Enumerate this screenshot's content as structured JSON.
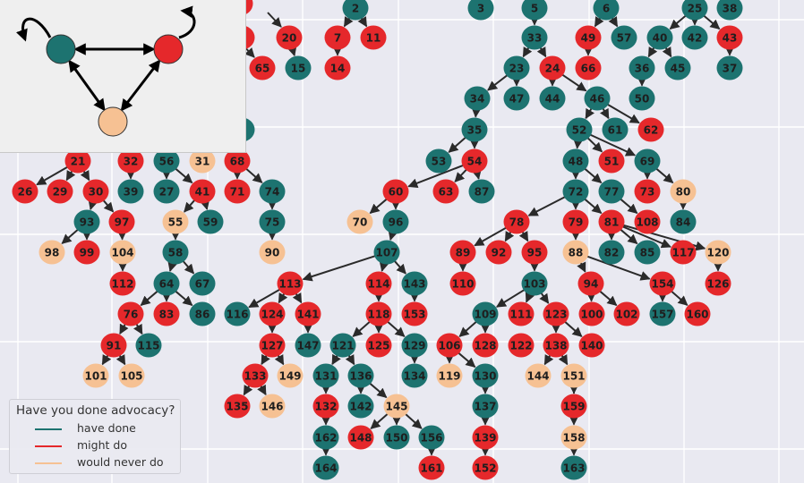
{
  "colors": {
    "teal": "#1d7370",
    "red": "#e5282b",
    "peach": "#f6c193"
  },
  "legend": {
    "title": "Have you done advocacy?",
    "items": [
      {
        "label": "have done",
        "color": "teal"
      },
      {
        "label": "might do",
        "color": "red"
      },
      {
        "label": "would never do",
        "color": "peach"
      }
    ]
  },
  "inset": {
    "nodes": [
      {
        "id": "have-done",
        "color": "teal"
      },
      {
        "id": "might-do",
        "color": "red"
      },
      {
        "id": "would-never-do",
        "color": "peach"
      }
    ]
  },
  "tree": {
    "nodes": [
      {
        "id": "2",
        "c": "teal"
      },
      {
        "id": "3",
        "c": "teal"
      },
      {
        "id": "5",
        "c": "teal"
      },
      {
        "id": "6",
        "c": "teal"
      },
      {
        "id": "25",
        "c": "teal"
      },
      {
        "id": "38",
        "c": "teal"
      },
      {
        "id": "20",
        "c": "red"
      },
      {
        "id": "7",
        "c": "red"
      },
      {
        "id": "11",
        "c": "red"
      },
      {
        "id": "33",
        "c": "teal"
      },
      {
        "id": "49",
        "c": "red"
      },
      {
        "id": "57",
        "c": "teal"
      },
      {
        "id": "40",
        "c": "teal"
      },
      {
        "id": "42",
        "c": "teal"
      },
      {
        "id": "43",
        "c": "red"
      },
      {
        "id": "65",
        "c": "red"
      },
      {
        "id": "15",
        "c": "teal"
      },
      {
        "id": "14",
        "c": "red"
      },
      {
        "id": "23",
        "c": "teal"
      },
      {
        "id": "24",
        "c": "red"
      },
      {
        "id": "66",
        "c": "red"
      },
      {
        "id": "36",
        "c": "teal"
      },
      {
        "id": "45",
        "c": "teal"
      },
      {
        "id": "37",
        "c": "teal"
      },
      {
        "id": "34",
        "c": "teal"
      },
      {
        "id": "47",
        "c": "teal"
      },
      {
        "id": "44",
        "c": "teal"
      },
      {
        "id": "46",
        "c": "teal"
      },
      {
        "id": "50",
        "c": "teal"
      },
      {
        "id": "35",
        "c": "teal"
      },
      {
        "id": "52",
        "c": "teal"
      },
      {
        "id": "61",
        "c": "teal"
      },
      {
        "id": "62",
        "c": "red"
      },
      {
        "id": "21",
        "c": "red"
      },
      {
        "id": "32",
        "c": "red"
      },
      {
        "id": "56",
        "c": "teal"
      },
      {
        "id": "31",
        "c": "peach"
      },
      {
        "id": "68",
        "c": "red"
      },
      {
        "id": "53",
        "c": "teal"
      },
      {
        "id": "54",
        "c": "red"
      },
      {
        "id": "48",
        "c": "teal"
      },
      {
        "id": "51",
        "c": "red"
      },
      {
        "id": "69",
        "c": "teal"
      },
      {
        "id": "26",
        "c": "red"
      },
      {
        "id": "29",
        "c": "red"
      },
      {
        "id": "30",
        "c": "red"
      },
      {
        "id": "39",
        "c": "teal"
      },
      {
        "id": "27",
        "c": "teal"
      },
      {
        "id": "41",
        "c": "red"
      },
      {
        "id": "71",
        "c": "red"
      },
      {
        "id": "74",
        "c": "teal"
      },
      {
        "id": "60",
        "c": "red"
      },
      {
        "id": "63",
        "c": "red"
      },
      {
        "id": "87",
        "c": "teal"
      },
      {
        "id": "72",
        "c": "teal"
      },
      {
        "id": "77",
        "c": "teal"
      },
      {
        "id": "73",
        "c": "red"
      },
      {
        "id": "80",
        "c": "peach"
      },
      {
        "id": "93",
        "c": "teal"
      },
      {
        "id": "97",
        "c": "red"
      },
      {
        "id": "55",
        "c": "peach"
      },
      {
        "id": "59",
        "c": "teal"
      },
      {
        "id": "75",
        "c": "teal"
      },
      {
        "id": "70",
        "c": "peach"
      },
      {
        "id": "96",
        "c": "teal"
      },
      {
        "id": "78",
        "c": "red"
      },
      {
        "id": "79",
        "c": "red"
      },
      {
        "id": "81",
        "c": "red"
      },
      {
        "id": "108",
        "c": "red"
      },
      {
        "id": "84",
        "c": "teal"
      },
      {
        "id": "98",
        "c": "peach"
      },
      {
        "id": "99",
        "c": "red"
      },
      {
        "id": "104",
        "c": "peach"
      },
      {
        "id": "58",
        "c": "teal"
      },
      {
        "id": "90",
        "c": "peach"
      },
      {
        "id": "107",
        "c": "teal"
      },
      {
        "id": "89",
        "c": "red"
      },
      {
        "id": "92",
        "c": "red"
      },
      {
        "id": "95",
        "c": "red"
      },
      {
        "id": "88",
        "c": "peach"
      },
      {
        "id": "82",
        "c": "teal"
      },
      {
        "id": "85",
        "c": "teal"
      },
      {
        "id": "117",
        "c": "red"
      },
      {
        "id": "120",
        "c": "peach"
      },
      {
        "id": "112",
        "c": "red"
      },
      {
        "id": "64",
        "c": "teal"
      },
      {
        "id": "67",
        "c": "teal"
      },
      {
        "id": "113",
        "c": "red"
      },
      {
        "id": "114",
        "c": "red"
      },
      {
        "id": "143",
        "c": "teal"
      },
      {
        "id": "110",
        "c": "red"
      },
      {
        "id": "103",
        "c": "teal"
      },
      {
        "id": "94",
        "c": "red"
      },
      {
        "id": "154",
        "c": "red"
      },
      {
        "id": "126",
        "c": "red"
      },
      {
        "id": "76",
        "c": "red"
      },
      {
        "id": "83",
        "c": "red"
      },
      {
        "id": "86",
        "c": "teal"
      },
      {
        "id": "116",
        "c": "teal"
      },
      {
        "id": "124",
        "c": "red"
      },
      {
        "id": "141",
        "c": "red"
      },
      {
        "id": "118",
        "c": "red"
      },
      {
        "id": "153",
        "c": "red"
      },
      {
        "id": "109",
        "c": "teal"
      },
      {
        "id": "111",
        "c": "red"
      },
      {
        "id": "123",
        "c": "red"
      },
      {
        "id": "100",
        "c": "red"
      },
      {
        "id": "102",
        "c": "red"
      },
      {
        "id": "157",
        "c": "teal"
      },
      {
        "id": "160",
        "c": "red"
      },
      {
        "id": "91",
        "c": "red"
      },
      {
        "id": "115",
        "c": "teal"
      },
      {
        "id": "127",
        "c": "red"
      },
      {
        "id": "147",
        "c": "teal"
      },
      {
        "id": "121",
        "c": "teal"
      },
      {
        "id": "125",
        "c": "red"
      },
      {
        "id": "129",
        "c": "teal"
      },
      {
        "id": "106",
        "c": "red"
      },
      {
        "id": "128",
        "c": "red"
      },
      {
        "id": "122",
        "c": "red"
      },
      {
        "id": "138",
        "c": "red"
      },
      {
        "id": "140",
        "c": "red"
      },
      {
        "id": "101",
        "c": "peach"
      },
      {
        "id": "105",
        "c": "peach"
      },
      {
        "id": "133",
        "c": "red"
      },
      {
        "id": "149",
        "c": "peach"
      },
      {
        "id": "131",
        "c": "teal"
      },
      {
        "id": "136",
        "c": "teal"
      },
      {
        "id": "134",
        "c": "teal"
      },
      {
        "id": "119",
        "c": "peach"
      },
      {
        "id": "130",
        "c": "teal"
      },
      {
        "id": "144",
        "c": "peach"
      },
      {
        "id": "151",
        "c": "peach"
      },
      {
        "id": "135",
        "c": "red"
      },
      {
        "id": "146",
        "c": "peach"
      },
      {
        "id": "132",
        "c": "red"
      },
      {
        "id": "142",
        "c": "teal"
      },
      {
        "id": "145",
        "c": "peach"
      },
      {
        "id": "137",
        "c": "teal"
      },
      {
        "id": "159",
        "c": "red"
      },
      {
        "id": "148",
        "c": "red"
      },
      {
        "id": "150",
        "c": "teal"
      },
      {
        "id": "156",
        "c": "teal"
      },
      {
        "id": "162",
        "c": "teal"
      },
      {
        "id": "139",
        "c": "red"
      },
      {
        "id": "158",
        "c": "peach"
      },
      {
        "id": "164",
        "c": "teal"
      },
      {
        "id": "161",
        "c": "red"
      },
      {
        "id": "152",
        "c": "red"
      },
      {
        "id": "163",
        "c": "teal"
      }
    ],
    "edges": [
      [
        "2",
        "7"
      ],
      [
        "2",
        "11"
      ],
      [
        "7",
        "14"
      ],
      [
        "20",
        "15"
      ],
      [
        "5",
        "33"
      ],
      [
        "33",
        "23"
      ],
      [
        "33",
        "24"
      ],
      [
        "6",
        "49"
      ],
      [
        "6",
        "57"
      ],
      [
        "49",
        "66"
      ],
      [
        "25",
        "40"
      ],
      [
        "25",
        "42"
      ],
      [
        "25",
        "43"
      ],
      [
        "40",
        "36"
      ],
      [
        "40",
        "45"
      ],
      [
        "43",
        "37"
      ],
      [
        "36",
        "50"
      ],
      [
        "23",
        "34"
      ],
      [
        "23",
        "47"
      ],
      [
        "24",
        "44"
      ],
      [
        "24",
        "46"
      ],
      [
        "34",
        "35"
      ],
      [
        "46",
        "52"
      ],
      [
        "46",
        "61"
      ],
      [
        "46",
        "62"
      ],
      [
        "35",
        "53"
      ],
      [
        "35",
        "54"
      ],
      [
        "54",
        "60"
      ],
      [
        "54",
        "63"
      ],
      [
        "54",
        "87"
      ],
      [
        "52",
        "48"
      ],
      [
        "52",
        "51"
      ],
      [
        "52",
        "69"
      ],
      [
        "69",
        "73"
      ],
      [
        "69",
        "80"
      ],
      [
        "80",
        "84"
      ],
      [
        "48",
        "72"
      ],
      [
        "48",
        "77"
      ],
      [
        "77",
        "108"
      ],
      [
        "72",
        "78"
      ],
      [
        "72",
        "79"
      ],
      [
        "72",
        "81"
      ],
      [
        "81",
        "82"
      ],
      [
        "81",
        "85"
      ],
      [
        "81",
        "117"
      ],
      [
        "81",
        "120"
      ],
      [
        "120",
        "126"
      ],
      [
        "79",
        "88"
      ],
      [
        "88",
        "94"
      ],
      [
        "88",
        "154"
      ],
      [
        "94",
        "100"
      ],
      [
        "94",
        "102"
      ],
      [
        "154",
        "157"
      ],
      [
        "154",
        "160"
      ],
      [
        "78",
        "89"
      ],
      [
        "78",
        "92"
      ],
      [
        "78",
        "95"
      ],
      [
        "89",
        "110"
      ],
      [
        "95",
        "103"
      ],
      [
        "103",
        "109"
      ],
      [
        "103",
        "111"
      ],
      [
        "103",
        "123"
      ],
      [
        "123",
        "138"
      ],
      [
        "123",
        "140"
      ],
      [
        "138",
        "144"
      ],
      [
        "138",
        "151"
      ],
      [
        "151",
        "159"
      ],
      [
        "159",
        "158"
      ],
      [
        "158",
        "163"
      ],
      [
        "109",
        "106"
      ],
      [
        "109",
        "128"
      ],
      [
        "106",
        "119"
      ],
      [
        "106",
        "130"
      ],
      [
        "130",
        "137"
      ],
      [
        "137",
        "139"
      ],
      [
        "139",
        "152"
      ],
      [
        "60",
        "70"
      ],
      [
        "60",
        "96"
      ],
      [
        "96",
        "107"
      ],
      [
        "107",
        "113"
      ],
      [
        "107",
        "114"
      ],
      [
        "107",
        "143"
      ],
      [
        "143",
        "153"
      ],
      [
        "114",
        "118"
      ],
      [
        "118",
        "121"
      ],
      [
        "118",
        "125"
      ],
      [
        "118",
        "129"
      ],
      [
        "129",
        "134"
      ],
      [
        "121",
        "131"
      ],
      [
        "121",
        "136"
      ],
      [
        "131",
        "132"
      ],
      [
        "132",
        "162"
      ],
      [
        "162",
        "164"
      ],
      [
        "136",
        "142"
      ],
      [
        "136",
        "145"
      ],
      [
        "145",
        "148"
      ],
      [
        "145",
        "150"
      ],
      [
        "145",
        "156"
      ],
      [
        "156",
        "161"
      ],
      [
        "113",
        "116"
      ],
      [
        "113",
        "124"
      ],
      [
        "113",
        "141"
      ],
      [
        "141",
        "147"
      ],
      [
        "124",
        "127"
      ],
      [
        "127",
        "133"
      ],
      [
        "127",
        "149"
      ],
      [
        "133",
        "135"
      ],
      [
        "133",
        "146"
      ],
      [
        "21",
        "26"
      ],
      [
        "21",
        "29"
      ],
      [
        "21",
        "30"
      ],
      [
        "30",
        "93"
      ],
      [
        "30",
        "97"
      ],
      [
        "93",
        "98"
      ],
      [
        "93",
        "99"
      ],
      [
        "97",
        "104"
      ],
      [
        "104",
        "112"
      ],
      [
        "32",
        "39"
      ],
      [
        "56",
        "27"
      ],
      [
        "56",
        "41"
      ],
      [
        "41",
        "55"
      ],
      [
        "41",
        "59"
      ],
      [
        "55",
        "58"
      ],
      [
        "58",
        "64"
      ],
      [
        "58",
        "67"
      ],
      [
        "64",
        "76"
      ],
      [
        "64",
        "83"
      ],
      [
        "64",
        "86"
      ],
      [
        "76",
        "91"
      ],
      [
        "76",
        "115"
      ],
      [
        "91",
        "101"
      ],
      [
        "91",
        "105"
      ],
      [
        "68",
        "71"
      ],
      [
        "68",
        "74"
      ],
      [
        "74",
        "75"
      ],
      [
        "75",
        "90"
      ]
    ],
    "stubs": [
      [
        "20",
        -1
      ],
      [
        "65",
        -1
      ],
      [
        "151",
        1
      ]
    ]
  }
}
